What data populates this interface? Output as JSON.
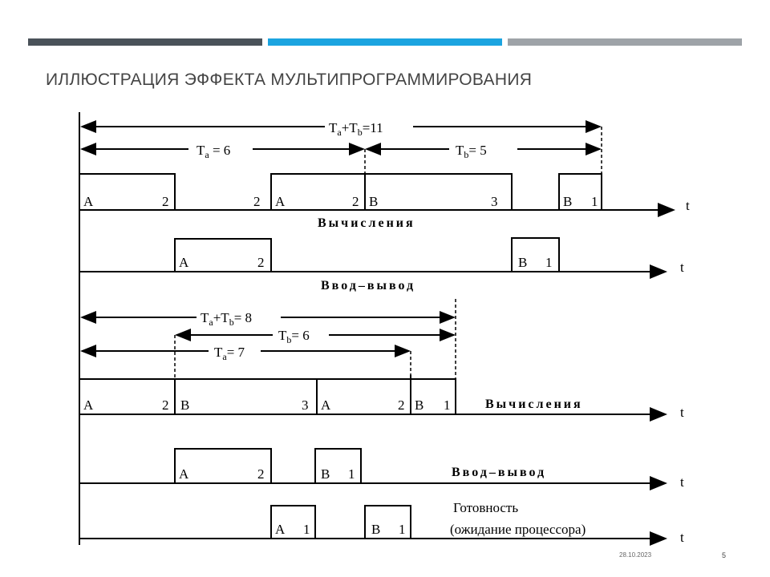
{
  "header": {
    "colors": [
      "#4a5259",
      "#1ca4e0",
      "#9ea3a8"
    ],
    "title": "ИЛЛЮСТРАЦИЯ ЭФФЕКТА МУЛЬТИПРОГРАММИРОВАНИЯ"
  },
  "footer": {
    "date": "28.10.2023",
    "page": "5"
  },
  "diagram": {
    "axis": "t",
    "sequential": {
      "total": "T_a+T_b=11",
      "ta": "T_a = 6",
      "tb": "T_b= 5",
      "compute_label": "Вычисления",
      "io_label": "Ввод–вывод",
      "compute": [
        {
          "p": "A",
          "n": "2"
        },
        {
          "p": "",
          "n": "2"
        },
        {
          "p": "A",
          "n": "2"
        },
        {
          "p": "B",
          "n": "3"
        },
        {
          "p": "B",
          "n": "1"
        }
      ],
      "io": [
        {
          "p": "A",
          "n": "2"
        },
        {
          "p": "B",
          "n": "1"
        }
      ]
    },
    "multi": {
      "total": "T_a+T_b= 8",
      "tb": "T_b= 6",
      "ta": "T_a= 7",
      "compute_label": "Вычисления",
      "io_label": "Ввод–вывод",
      "ready_label": "Готовность",
      "ready_sub": "(ожидание процессора)",
      "compute": [
        {
          "p": "A",
          "n": "2"
        },
        {
          "p": "B",
          "n": "3"
        },
        {
          "p": "A",
          "n": "2"
        },
        {
          "p": "B",
          "n": "1"
        }
      ],
      "io": [
        {
          "p": "A",
          "n": "2"
        },
        {
          "p": "B",
          "n": "1"
        }
      ],
      "ready": [
        {
          "p": "A",
          "n": "1"
        },
        {
          "p": "B",
          "n": "1"
        }
      ]
    }
  }
}
